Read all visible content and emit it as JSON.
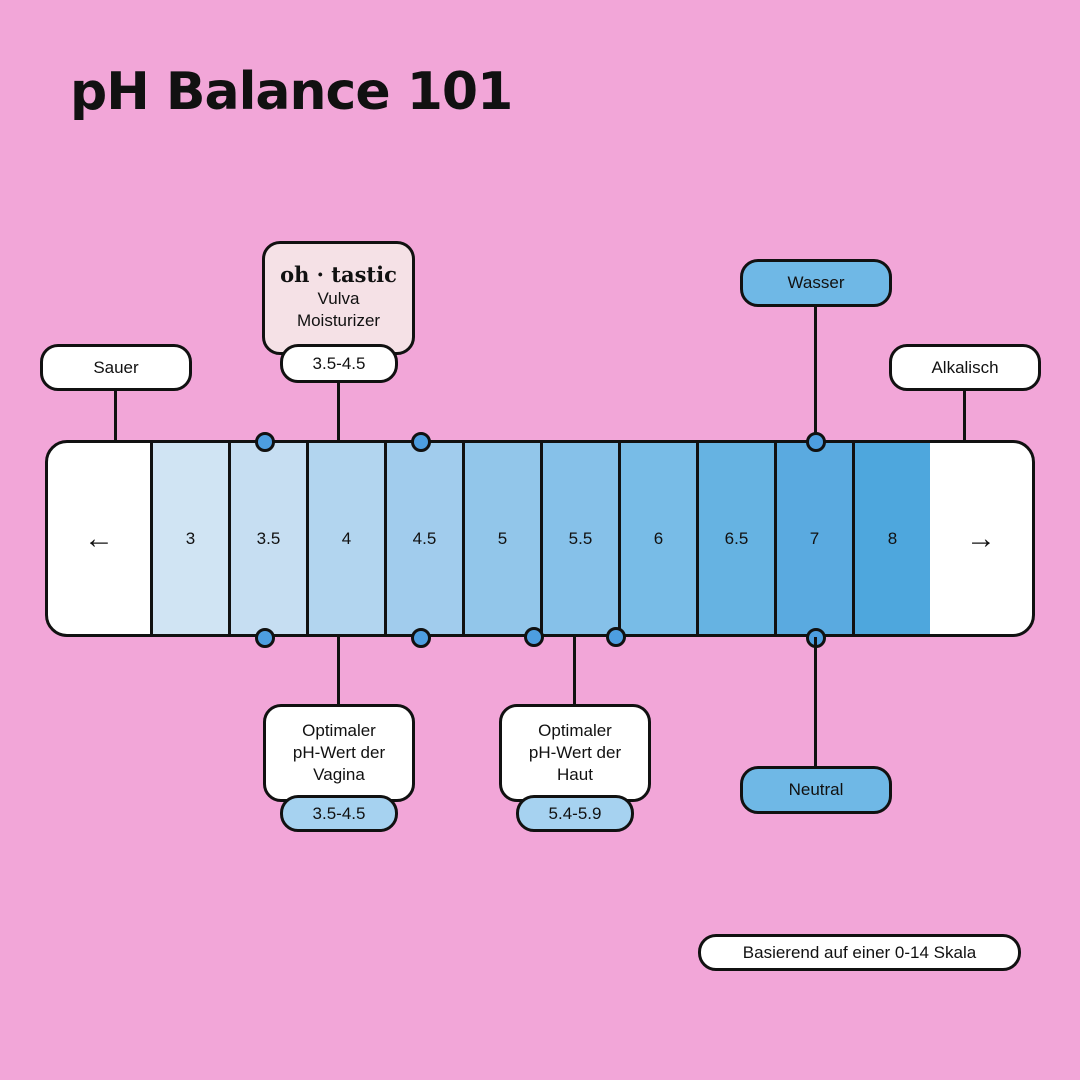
{
  "title": "pH Balance 101",
  "acid_label": "Sauer",
  "alkaline_label": "Alkalisch",
  "left_arrow_icon": "arrow-left-icon",
  "right_arrow_icon": "arrow-right-icon",
  "scale_values": [
    "3",
    "3.5",
    "4",
    "4.5",
    "5",
    "5.5",
    "6",
    "6.5",
    "7",
    "8"
  ],
  "scale_colors": [
    "#d0e4f3",
    "#c6def2",
    "#b2d5ef",
    "#a1cced",
    "#92c6ea",
    "#86c1e9",
    "#78bce7",
    "#66b3e2",
    "#5aaae0",
    "#4ea7dd"
  ],
  "product": {
    "brand": "oh · tastic",
    "name_line1": "Vulva",
    "name_line2": "Moisturizer",
    "range": "3.5-4.5"
  },
  "water": {
    "label": "Wasser"
  },
  "neutral": {
    "label": "Neutral"
  },
  "vagina": {
    "line1": "Optimaler",
    "line2": "pH-Wert der",
    "line3": "Vagina",
    "range": "3.5-4.5"
  },
  "skin": {
    "line1": "Optimaler",
    "line2": "pH-Wert der",
    "line3": "Haut",
    "range": "5.4-5.9"
  },
  "footnote": "Basierend auf einer 0-14 Skala"
}
